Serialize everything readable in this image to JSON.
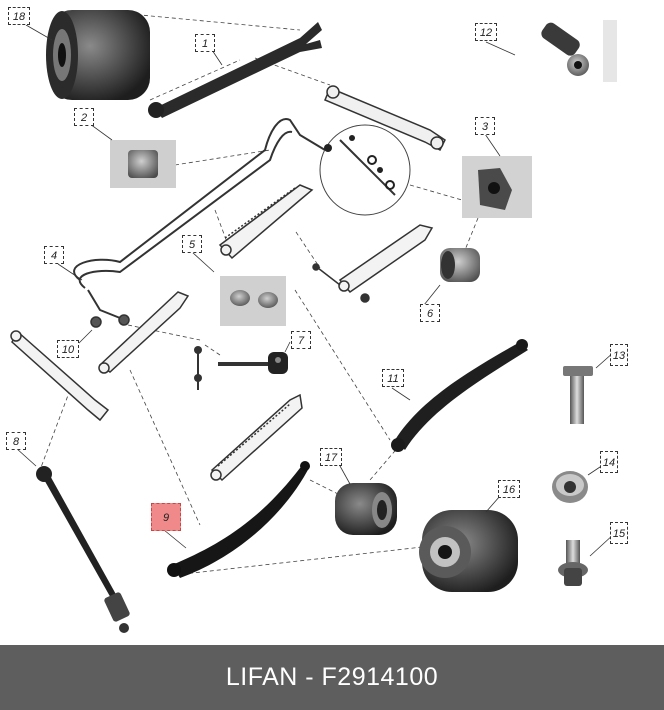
{
  "callouts": {
    "c1": "1",
    "c2": "2",
    "c3": "3",
    "c4": "4",
    "c5": "5",
    "c6": "6",
    "c7": "7",
    "c8": "8",
    "c9": "9",
    "c10": "10",
    "c11": "11",
    "c12": "12",
    "c13": "13",
    "c14": "14",
    "c15": "15",
    "c16": "16",
    "c17": "17",
    "c18": "18"
  },
  "highlighted_part": "9",
  "footer": {
    "caption": "LIFAN - F2914100"
  },
  "colors": {
    "highlight": "#f08a8a",
    "footer_bg": "#5e5e5e",
    "part_dark": "#222222",
    "part_light": "#e9e9e9"
  }
}
